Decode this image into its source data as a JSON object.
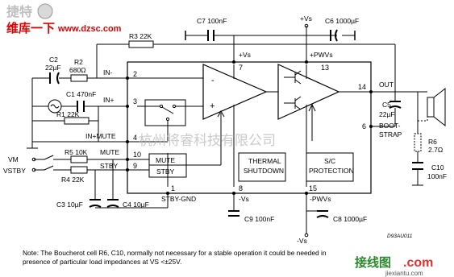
{
  "watermarks": {
    "logo_line1": "捷特",
    "logo_line2": "维库一下",
    "logo_url": "www.dzsc.com",
    "center_text": "杭州将睿科技有限公司",
    "bottom_right_brand": "接线图",
    "bottom_right_com": ".com",
    "bottom_right_url": "jiexiantu.com"
  },
  "components": {
    "c7": "C7 100nF",
    "c6": "C6 1000µF",
    "r3": "R3 22K",
    "c2_a": "C2",
    "c2_b": "22µF",
    "r2_a": "R2",
    "r2_b": "680Ω",
    "c1": "C1 470nF",
    "r1": "R1 22K",
    "c5_a": "C5",
    "c5_b": "22µF",
    "r6_a": "R6",
    "r6_b": "2.7Ω",
    "c10_a": "C10",
    "c10_b": "100nF",
    "r5": "R5 10K",
    "r4": "R4 22K",
    "c3": "C3 10µF",
    "c4": "C4 10µF",
    "c9": "C9 100nF",
    "c8": "C8 1000µF"
  },
  "pins": {
    "p2": "2",
    "p3": "3",
    "p4": "4",
    "p7": "7",
    "p13": "13",
    "p14": "14",
    "p6": "6",
    "p10": "10",
    "p9": "9",
    "p1": "1",
    "p8": "8",
    "p15": "15"
  },
  "labels": {
    "vs_top": "+Vs",
    "vs_inside": "+Vs",
    "pwvs_inside": "+PWVs",
    "in_minus": "IN-",
    "in_plus": "IN+",
    "in_mute": "IN+MUTE",
    "out": "OUT",
    "boot_a": "BOOT-",
    "boot_b": "STRAP",
    "vm": "VM",
    "vstby": "VSTBY",
    "mute_pin": "MUTE",
    "stby_pin": "STBY",
    "mute_box": "MUTE",
    "stby_box": "STBY",
    "stby_gnd": "STBY-GND",
    "thermal_a": "THERMAL",
    "thermal_b": "SHUTDOWN",
    "sc_a": "S/C",
    "sc_b": "PROTECTION",
    "minus_vs_inside": "-Vs",
    "minus_pwvs_inside": "-PWVs",
    "minus_vs_bottom": "-Vs",
    "drawing_code": "D93AU011",
    "amp_minus": "-",
    "amp_plus": "+"
  },
  "note": "Note: The Boucherot cell R6, C10, normally not necessary for a stable operation it could be needed in presence of particular load impedances at VS <±25V."
}
